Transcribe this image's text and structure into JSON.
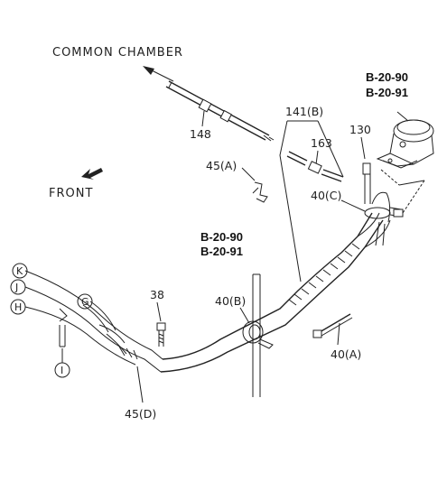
{
  "diagram": {
    "labels": {
      "common_chamber": "COMMON CHAMBER",
      "front": "FRONT",
      "ref_top_1": "B-20-90",
      "ref_top_2": "B-20-91",
      "ref_mid_1": "B-20-90",
      "ref_mid_2": "B-20-91",
      "part_148": "148",
      "part_141b": "141(B)",
      "part_163": "163",
      "part_130": "130",
      "part_45a": "45(A)",
      "part_40c": "40(C)",
      "part_38": "38",
      "part_40b": "40(B)",
      "part_40a": "40(A)",
      "part_45d": "45(D)"
    },
    "connectors": {
      "k": "K",
      "j": "J",
      "h": "H",
      "g": "G",
      "i": "I"
    }
  }
}
